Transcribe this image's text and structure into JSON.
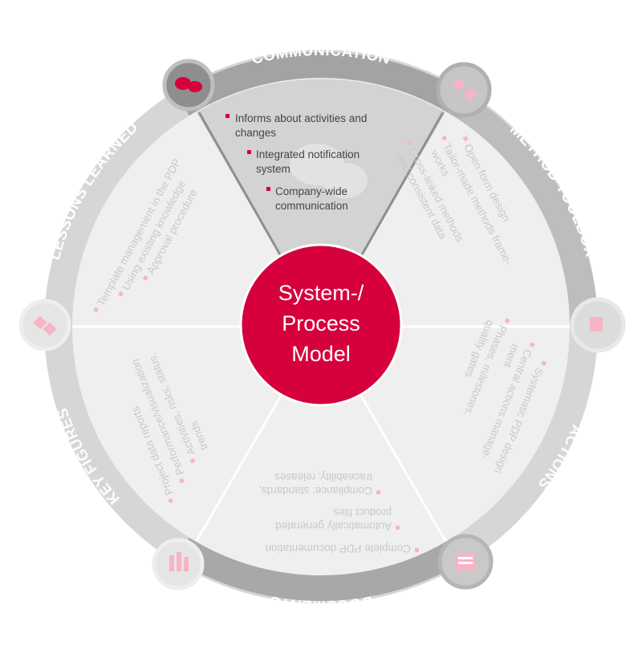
{
  "hub": {
    "lines": [
      "System-/",
      "Process",
      "Model"
    ]
  },
  "ring": {
    "communication": "COMMUNICATION",
    "method_toolbox": "METHOD TOOLBOX",
    "actions": "ACTIONS",
    "documents": "DOCUMENTS",
    "key_figures": "KEY FIGURES",
    "lessons_learned": "LESSONS LEARNED"
  },
  "segments": {
    "communication": [
      "Informs about activities and",
      "changes",
      "Integrated notification",
      "system",
      "Company-wide",
      "communication"
    ],
    "method_toolbox": [
      "Open form design",
      "Tailor-made methods frame-",
      "works",
      "Cross-linked methods",
      "and consistent data"
    ],
    "actions": [
      "Systematic PDP design",
      "Central actions manage-",
      "ment",
      "Phases, milestones,",
      "quality gates"
    ],
    "documents": [
      "Complete PDP documentation",
      "Automatically generated",
      "product files",
      "Compliance: standards,",
      "traceability, releases"
    ],
    "key_figures": [
      "Project data reports",
      "Performance/visualization",
      "Activities, risks, status,",
      "trends"
    ],
    "lessons_learned": [
      "Template management in the PDP",
      "Using existing knowledge",
      "Approval procedure"
    ]
  },
  "colors": {
    "accent": "#d6003c",
    "ring_active": "#9e9e9e",
    "ring_faded": "#d4d4d4",
    "segment_active": "#cfcfcf",
    "segment_faded": "#eeeeee",
    "divider": "#ffffff"
  },
  "icons": {
    "communication": "speech-bubbles-icon",
    "method_toolbox": "puzzle-icon",
    "actions": "actions-icon",
    "documents": "documents-icon",
    "key_figures": "key-figures-icon",
    "lessons_learned": "lessons-learned-icon"
  }
}
